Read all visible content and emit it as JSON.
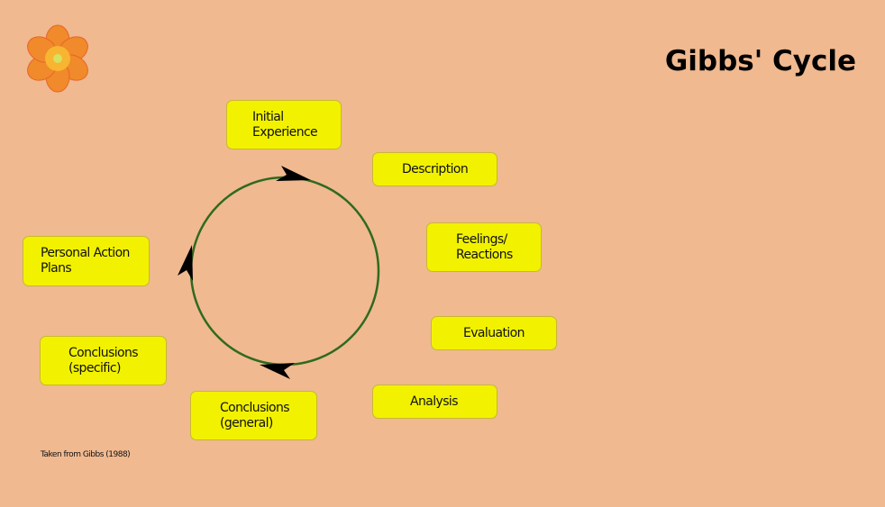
{
  "title": "Gibbs' Cycle",
  "logo": "flower-icon",
  "stages": [
    {
      "label": "Initial\nExperience"
    },
    {
      "label": "Description"
    },
    {
      "label": "Feelings/\nReactions"
    },
    {
      "label": "Evaluation"
    },
    {
      "label": "Analysis"
    },
    {
      "label": "Conclusions\n(general)"
    },
    {
      "label": "Conclusions\n(specific)"
    },
    {
      "label": "Personal Action\nPlans"
    }
  ],
  "source": "Taken from Gibbs (1988)",
  "colors": {
    "background": "#f0b990",
    "box": "#f2f200",
    "circle": "#2f6a1e"
  }
}
